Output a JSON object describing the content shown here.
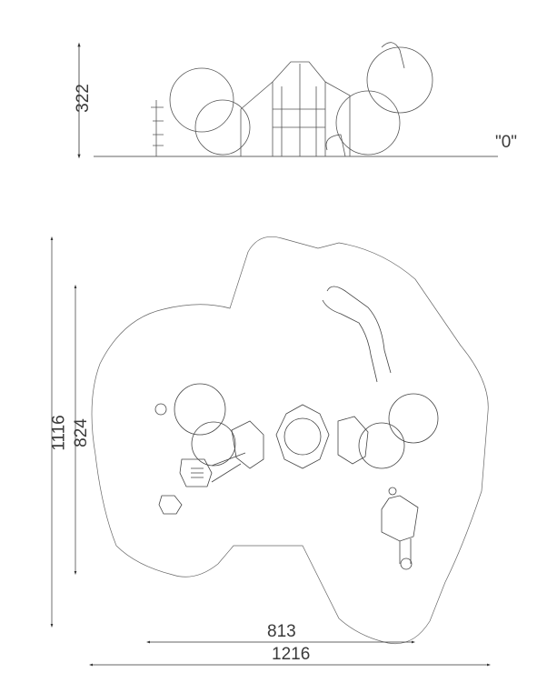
{
  "elevation": {
    "height_label": "322",
    "ground_label": "\"0\""
  },
  "plan": {
    "depth_total_label": "1116",
    "depth_equipment_label": "824",
    "width_equipment_label": "813",
    "width_total_label": "1216"
  },
  "colors": {
    "line": "#3a3a3a",
    "thin": "#777777"
  }
}
